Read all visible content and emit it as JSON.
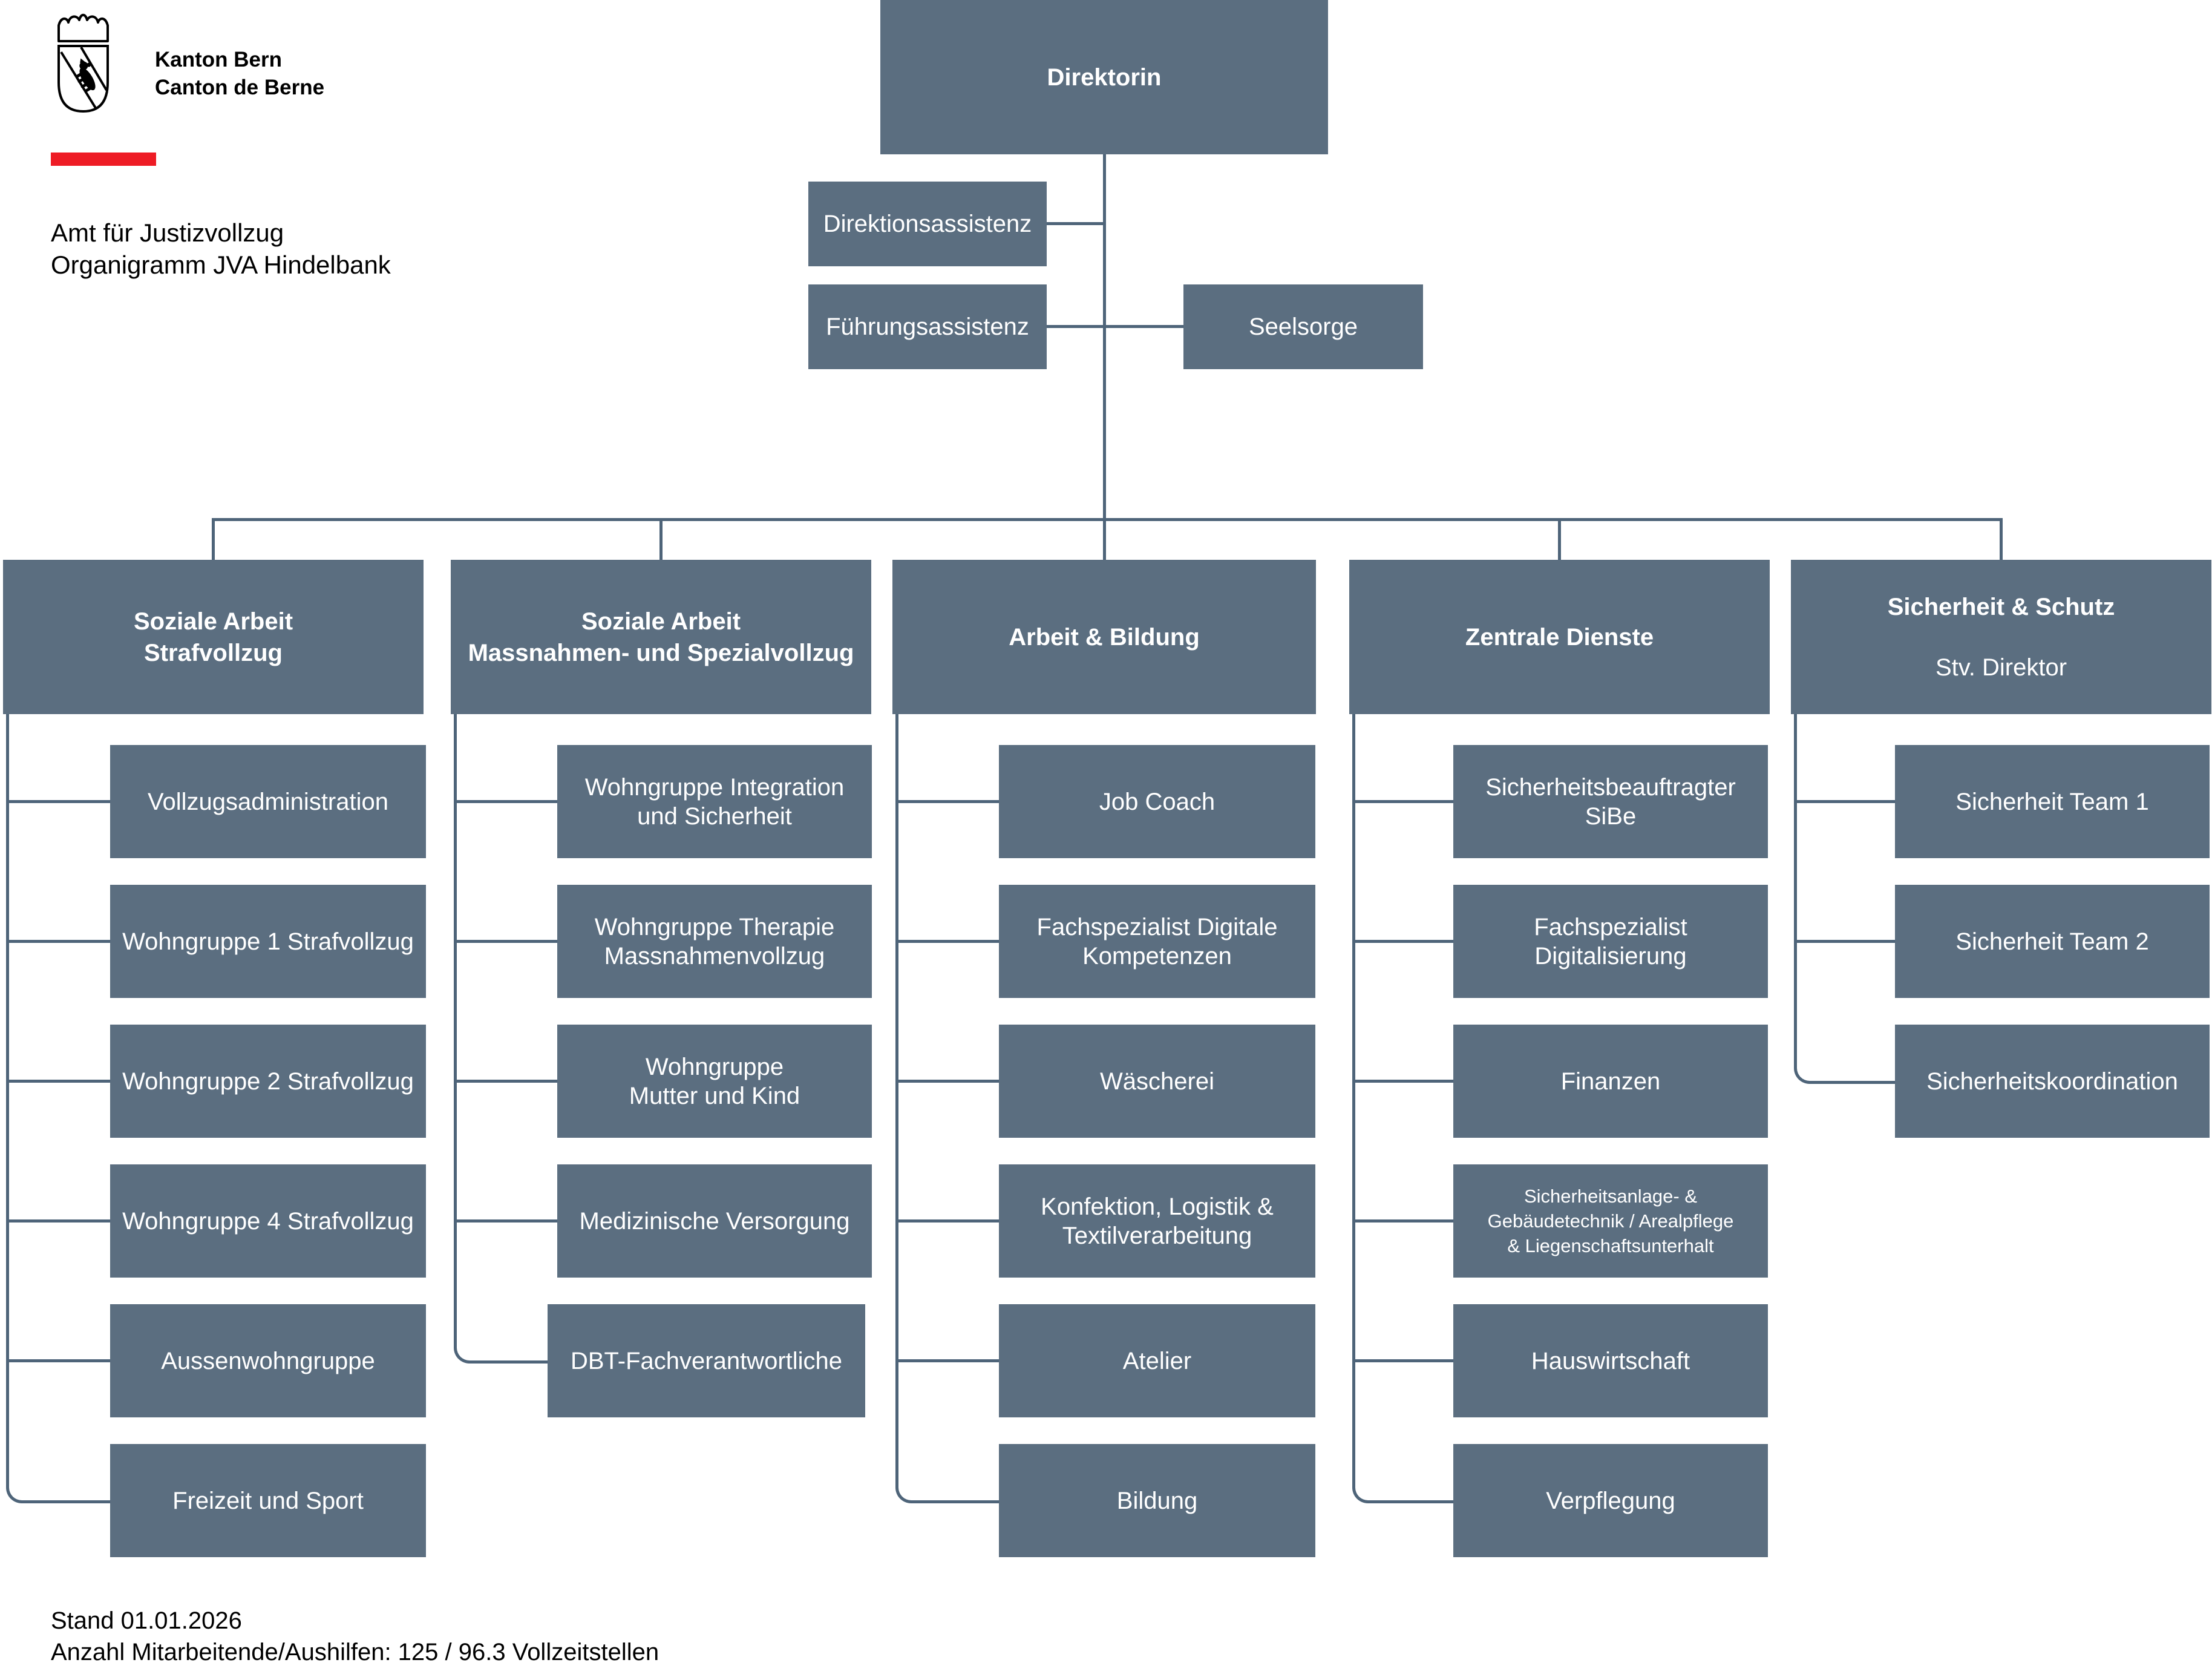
{
  "brand": {
    "line1": "Kanton Bern",
    "line2": "Canton de Berne"
  },
  "doc_title": {
    "line1": "Amt für Justizvollzug",
    "line2": "Organigramm JVA Hindelbank"
  },
  "root": {
    "label": "Direktorin"
  },
  "staff": {
    "direktionsassistenz": "Direktionsassistenz",
    "fuehrungsassistenz": "Führungsassistenz",
    "seelsorge": "Seelsorge"
  },
  "columns": [
    {
      "title": "Soziale Arbeit\nStrafvollzug",
      "items": [
        "Vollzugsadministration",
        "Wohngruppe 1 Strafvollzug",
        "Wohngruppe 2 Strafvollzug",
        "Wohngruppe 4 Strafvollzug",
        "Aussenwohngruppe",
        "Freizeit und Sport"
      ]
    },
    {
      "title": "Soziale Arbeit\nMassnahmen- und Spezialvollzug",
      "items": [
        "Wohngruppe Integration\nund Sicherheit",
        "Wohngruppe Therapie\nMassnahmenvollzug",
        "Wohngruppe\nMutter und Kind",
        "Medizinische Versorgung",
        "DBT-Fachverantwortliche"
      ]
    },
    {
      "title": "Arbeit & Bildung",
      "items": [
        "Job Coach",
        "Fachspezialist Digitale\nKompetenzen",
        "Wäscherei",
        "Konfektion, Logistik &\nTextilverarbeitung",
        "Atelier",
        "Bildung"
      ]
    },
    {
      "title": "Zentrale Dienste",
      "items": [
        "Sicherheitsbeauftragter\nSiBe",
        "Fachspezialist\nDigitalisierung",
        "Finanzen",
        "Sicherheitsanlage- &\nGebäudetechnik / Arealpflege\n& Liegenschaftsunterhalt",
        "Hauswirtschaft",
        "Verpflegung"
      ]
    },
    {
      "title": "Sicherheit & Schutz",
      "subtitle": "Stv. Direktor",
      "items": [
        "Sicherheit Team 1",
        "Sicherheit Team 2",
        "Sicherheitskoordination"
      ]
    }
  ],
  "footer": {
    "line1": "Stand 01.01.2026",
    "line2": "Anzahl Mitarbeitende/Aushilfen: 125 / 96.3 Vollzeitstellen"
  },
  "colors": {
    "node_fill": "#5b6e80",
    "connector": "#4e6479",
    "brand_red": "#ee1c25",
    "text_on_node": "#ffffff"
  }
}
